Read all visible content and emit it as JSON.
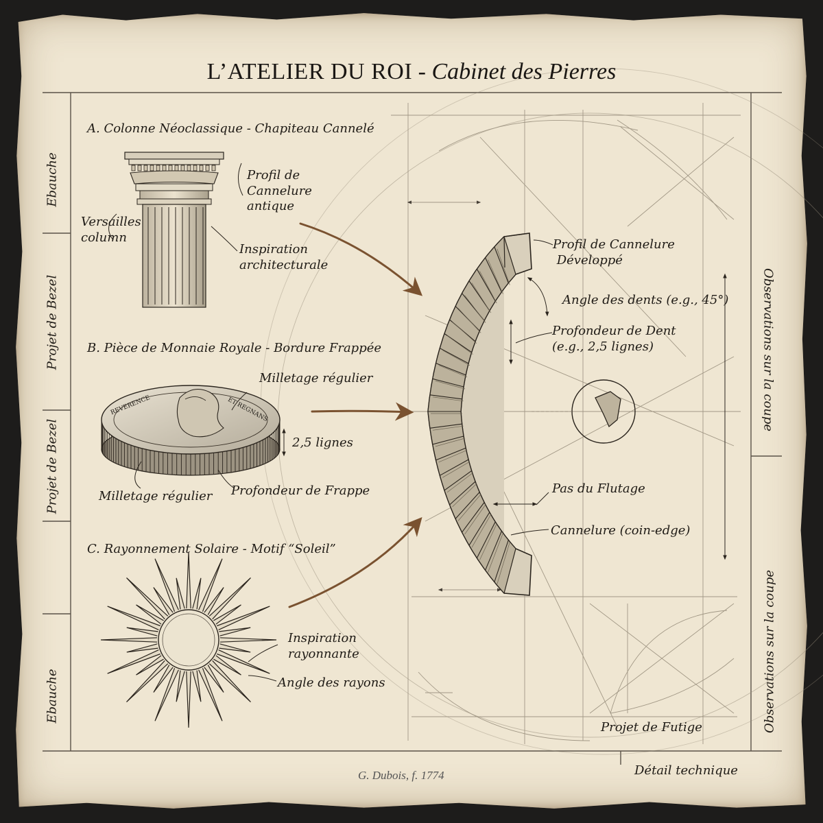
{
  "title": {
    "main": "L’ATELIER DU ROI",
    "separator": " - ",
    "subtitle": "Cabinet des Pierres"
  },
  "sections": {
    "a": {
      "heading": "A. Colonne Néoclassique - Chapiteau Cannelé",
      "labels": {
        "profil": "Profil de\nCannelure\nantique",
        "versailles": "Versailles\ncolumn",
        "inspiration": "Inspiration\narchitecturale"
      }
    },
    "b": {
      "heading": "B. Pièce de Monnaie Royale - Bordure Frappée",
      "labels": {
        "milletage_top": "Milletage régulier",
        "thickness": "2,5 lignes",
        "milletage_bottom": "Milletage régulier",
        "profondeur": "Profondeur de Frappe"
      },
      "coin_legend": {
        "left": "REVERENCE",
        "right": "ET REGNANS"
      }
    },
    "c": {
      "heading": "C. Rayonnement Solaire - Motif “Soleil”",
      "labels": {
        "inspiration": "Inspiration\nrayonnante",
        "angle": "Angle des rayons"
      },
      "ray_count": 32
    }
  },
  "detail": {
    "labels": {
      "profil_dev": "Profil de Cannelure\n Développé",
      "angle_dents": "Angle des dents (e.g., 45°)",
      "profondeur_dent": "Profondeur de Dent\n(e.g., 2,5 lignes)",
      "pas": "Pas du Flutage",
      "cannelure": "Cannelure (coin-edge)",
      "projet_futige": "Projet de Futige"
    },
    "tooth_count": 26
  },
  "margins": {
    "left_top": "Ebauche",
    "left_mid1": "Projet de Bezel",
    "left_mid2": "Projet de Bezel",
    "left_bottom": "Ebauche",
    "right_top": "Observations sur la coupe",
    "right_bottom": "Observations sur la coupe"
  },
  "footer": {
    "signature": "G. Dubois, f. 1774",
    "detail_technique": "Détail technique"
  },
  "colors": {
    "paper": "#efe6d2",
    "ink": "#1f1b16",
    "arrow": "#7a5230",
    "pencil": "#8a8070"
  }
}
